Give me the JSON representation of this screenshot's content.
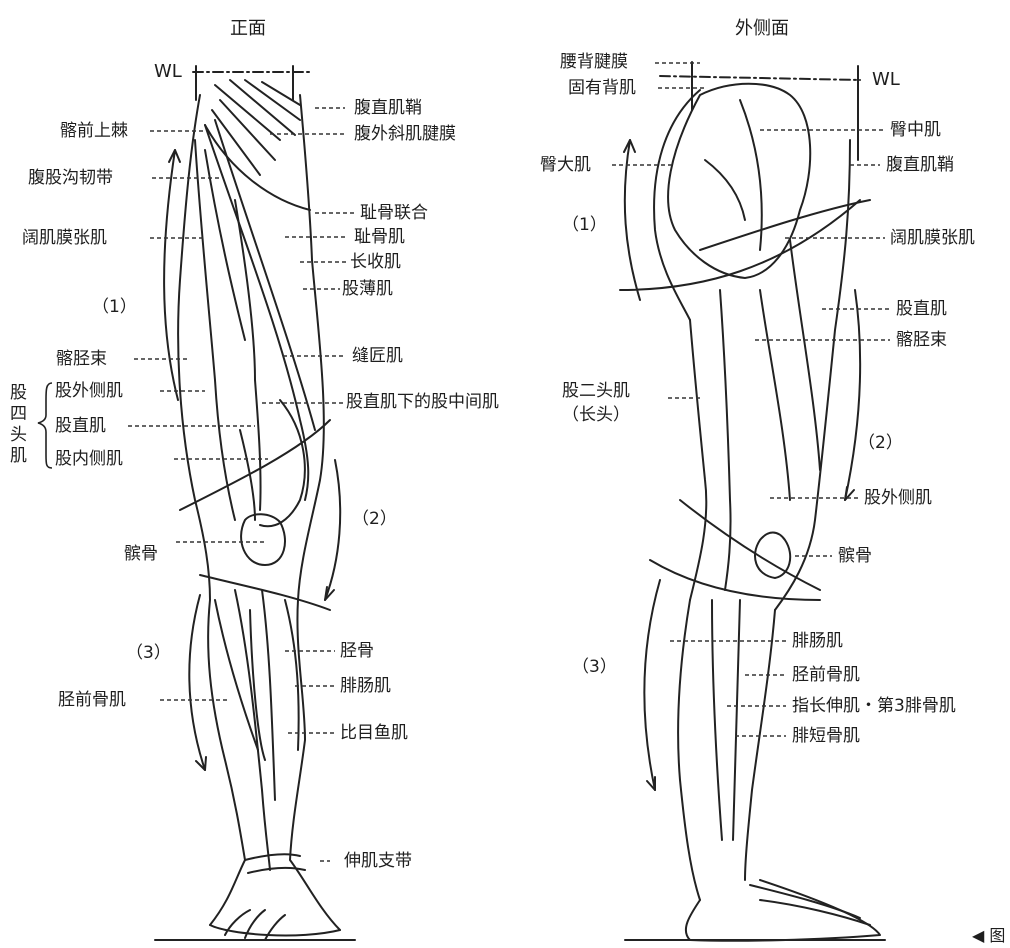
{
  "front": {
    "title": "正面",
    "waist_line": "WL",
    "left_labels": [
      "髂前上棘",
      "腹股沟韧带",
      "阔肌膜张肌",
      "髂胫束",
      "髌骨",
      "胫前骨肌"
    ],
    "right_labels": [
      "腹直肌鞘",
      "腹外斜肌腱膜",
      "耻骨联合",
      "耻骨肌",
      "长收肌",
      "股薄肌",
      "缝匠肌",
      "股直肌下的股中间肌",
      "胫骨",
      "腓肠肌",
      "比目鱼肌",
      "伸肌支带"
    ],
    "quadriceps": {
      "group": "股四头肌",
      "members": [
        "股外侧肌",
        "股直肌",
        "股内侧肌"
      ]
    },
    "zones": [
      "（1）",
      "（2）",
      "（3）"
    ]
  },
  "side": {
    "title": "外侧面",
    "waist_line": "WL",
    "left_labels": [
      "腰背腱膜",
      "固有背肌",
      "臀大肌",
      "股二头肌",
      "（长头）"
    ],
    "right_labels": [
      "臀中肌",
      "腹直肌鞘",
      "阔肌膜张肌",
      "股直肌",
      "髂胫束",
      "股外侧肌",
      "髌骨",
      "腓肠肌",
      "胫前骨肌",
      "指长伸肌・第3腓骨肌",
      "腓短骨肌"
    ],
    "zones": [
      "（1）",
      "（2）",
      "（3）"
    ]
  },
  "corner_mark": "◀ 图"
}
